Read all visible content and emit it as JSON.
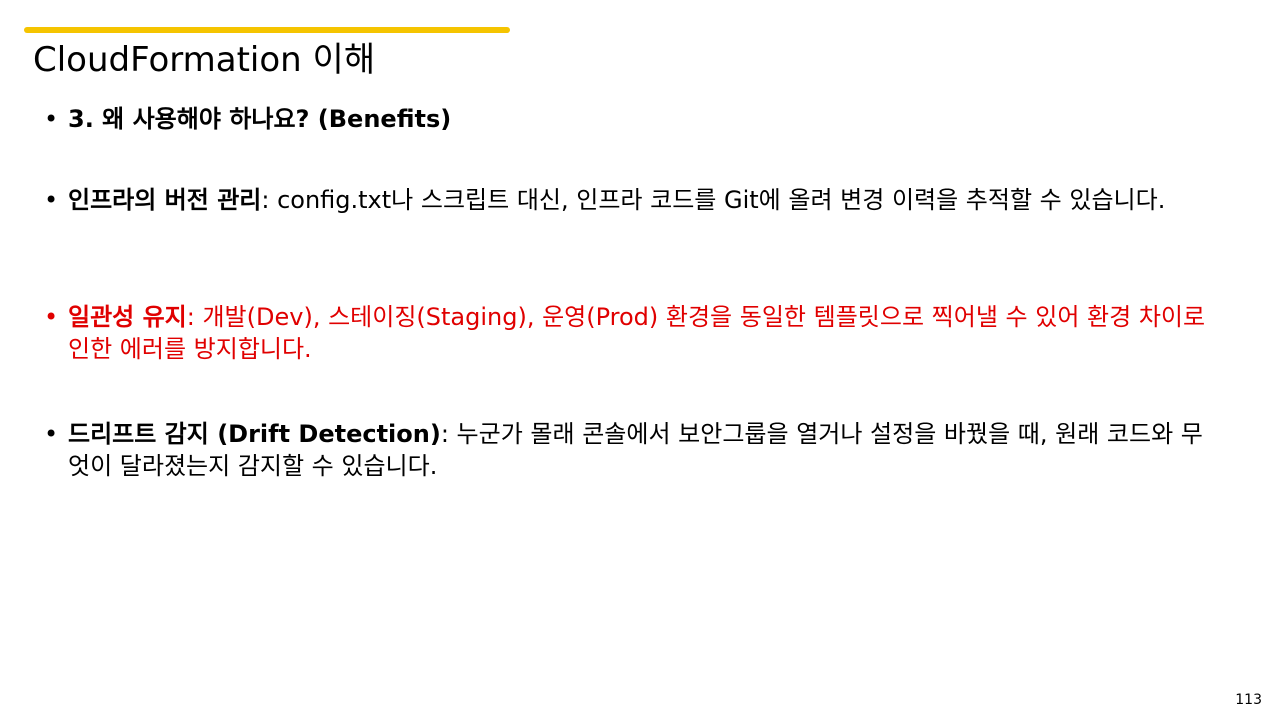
{
  "slide": {
    "title": "CloudFormation 이해",
    "page_number": "113",
    "colors": {
      "accent_bar": "#f5c400",
      "highlight_text": "#e00000"
    }
  },
  "bullets": [
    {
      "bold": "3. 왜 사용해야 하나요? (Benefits)",
      "rest": ""
    },
    {
      "bold": "인프라의 버전 관리",
      "rest": ": config.txt나 스크립트 대신, 인프라 코드를 Git에 올려 변경 이력을 추적할 수 있습니다."
    },
    {
      "bold": "일관성 유지",
      "rest": ": 개발(Dev), 스테이징(Staging), 운영(Prod) 환경을 동일한 템플릿으로 찍어낼 수 있어 환경 차이로 인한 에러를 방지합니다."
    },
    {
      "bold": "드리프트 감지 (Drift Detection)",
      "rest": ": 누군가 몰래 콘솔에서 보안그룹을 열거나 설정을 바꿨을 때, 원래 코드와 무엇이 달라졌는지 감지할 수 있습니다."
    }
  ]
}
